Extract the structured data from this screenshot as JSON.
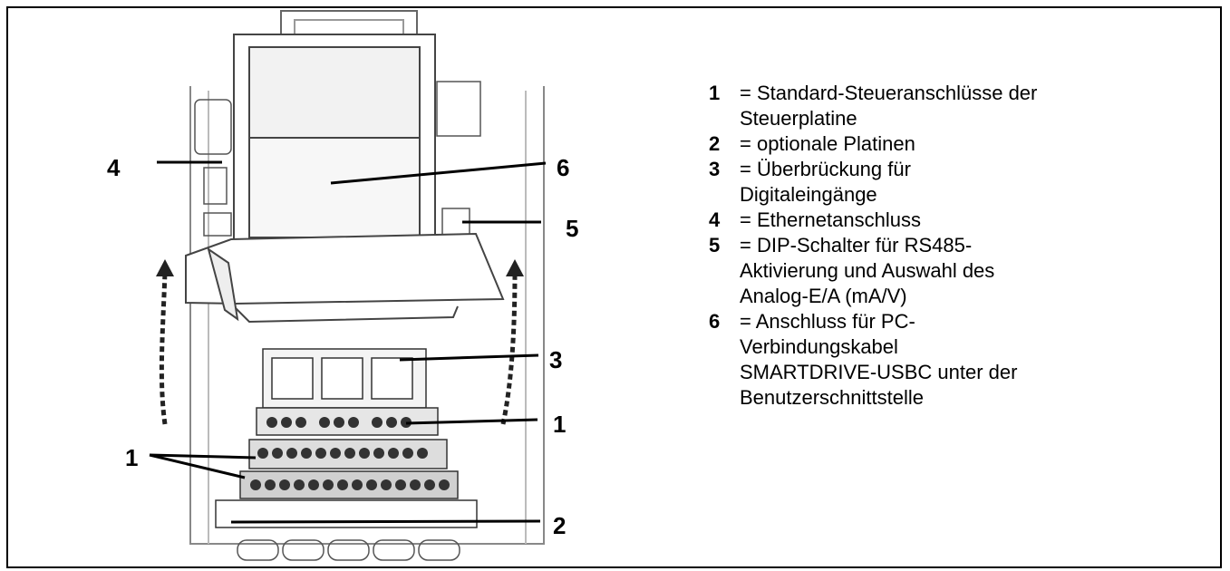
{
  "callouts": [
    {
      "number": "4"
    },
    {
      "number": "6"
    },
    {
      "number": "5"
    },
    {
      "number": "3"
    },
    {
      "number": "1"
    },
    {
      "number": "1"
    },
    {
      "number": "2"
    }
  ],
  "legend": [
    {
      "number": "1",
      "text": "= Standard-Steueranschlüsse der\n   Steuerplatine"
    },
    {
      "number": "2",
      "text": "= optionale Platinen"
    },
    {
      "number": "3",
      "text": "= Überbrückung für\n    Digitaleingänge"
    },
    {
      "number": "4",
      "text": "= Ethernetanschluss"
    },
    {
      "number": "5",
      "text": "= DIP-Schalter für RS485-\n    Aktivierung und Auswahl des\n    Analog-E/A (mA/V)"
    },
    {
      "number": "6",
      "text": "= Anschluss für PC-\n    Verbindungskabel\n    SMARTDRIVE-USBC unter der\n    Benutzerschnittstelle"
    }
  ]
}
